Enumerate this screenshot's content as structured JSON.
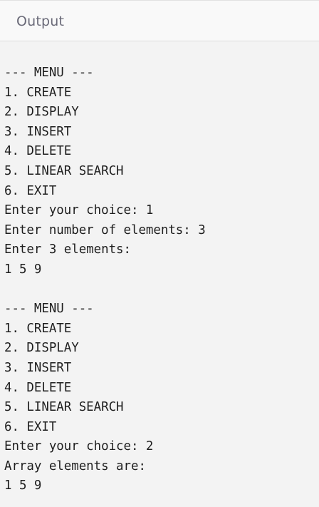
{
  "header": {
    "title": "Output"
  },
  "console": {
    "lines": [
      "--- MENU ---",
      "1. CREATE",
      "2. DISPLAY",
      "3. INSERT",
      "4. DELETE",
      "5. LINEAR SEARCH",
      "6. EXIT",
      "Enter your choice: 1",
      "Enter number of elements: 3",
      "Enter 3 elements:",
      "1 5 9",
      "",
      "--- MENU ---",
      "1. CREATE",
      "2. DISPLAY",
      "3. INSERT",
      "4. DELETE",
      "5. LINEAR SEARCH",
      "6. EXIT",
      "Enter your choice: 2",
      "Array elements are:",
      "1 5 9"
    ]
  }
}
